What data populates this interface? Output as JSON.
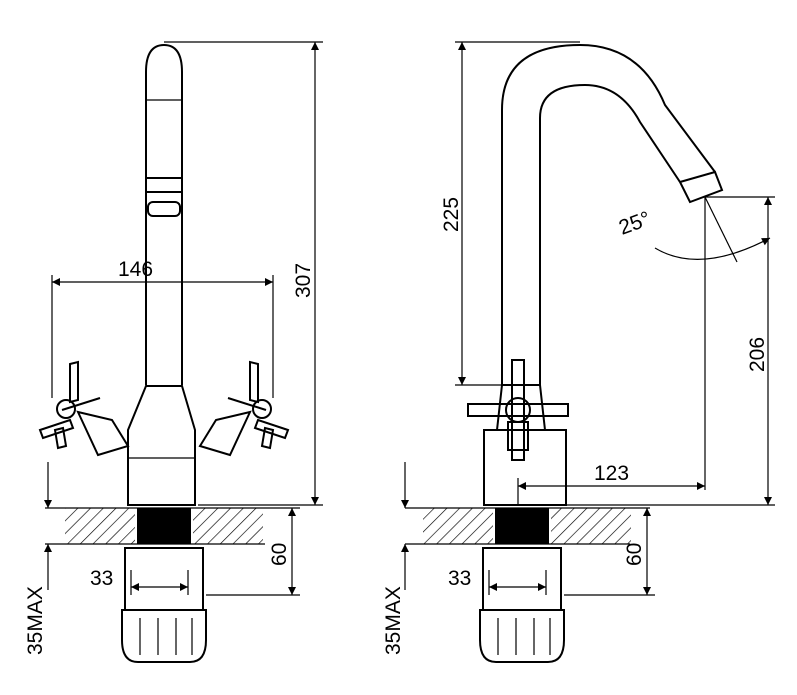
{
  "dimensions": {
    "width_handles": "146",
    "height_total": "307",
    "mount_thickness_left": "60",
    "nut_left": "33",
    "max_thickness_left": "35MAX",
    "spout_height": "225",
    "angle": "25°",
    "outlet_height": "206",
    "spout_reach": "123",
    "mount_thickness_right": "60",
    "nut_right": "33",
    "max_thickness_right": "35MAX"
  }
}
